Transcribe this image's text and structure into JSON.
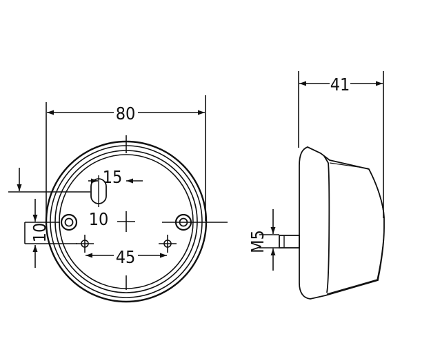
{
  "drawing": {
    "front_view": {
      "overall_width": "80",
      "hole_offset_x": "15",
      "hole_diameter": "10",
      "vertical_offset": "10",
      "hole_spacing": "45"
    },
    "side_view": {
      "depth": "41",
      "thread": "M5"
    }
  },
  "colors": {
    "line": "#111111",
    "background": "#ffffff"
  }
}
